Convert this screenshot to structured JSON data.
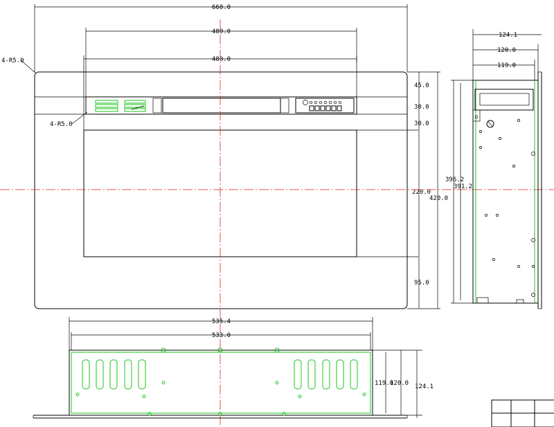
{
  "dimensions": {
    "overall_width": "660.0",
    "opening_width": "480.0",
    "screen_width": "480.0",
    "outer_radius": "4-R5.0",
    "inner_radius": "4-R5.0",
    "top_margin": "45.0",
    "bar_height": "30.0",
    "gap_height": "30.0",
    "screen_height": "220.0",
    "overall_height": "420.0",
    "bottom_margin": "95.0",
    "side_height_outer": "396.2",
    "side_height_inner": "391.2",
    "side_depth_a": "124.1",
    "side_depth_b": "120.0",
    "side_depth_c": "119.0",
    "bottom_width_a": "535.4",
    "bottom_width_b": "533.0",
    "bottom_h_a": "119.0",
    "bottom_h_b": "120.0",
    "bottom_h_c": "124.1"
  },
  "colors": {
    "line": "#000000",
    "center_line": "#e02020",
    "highlight": "#18c418"
  }
}
